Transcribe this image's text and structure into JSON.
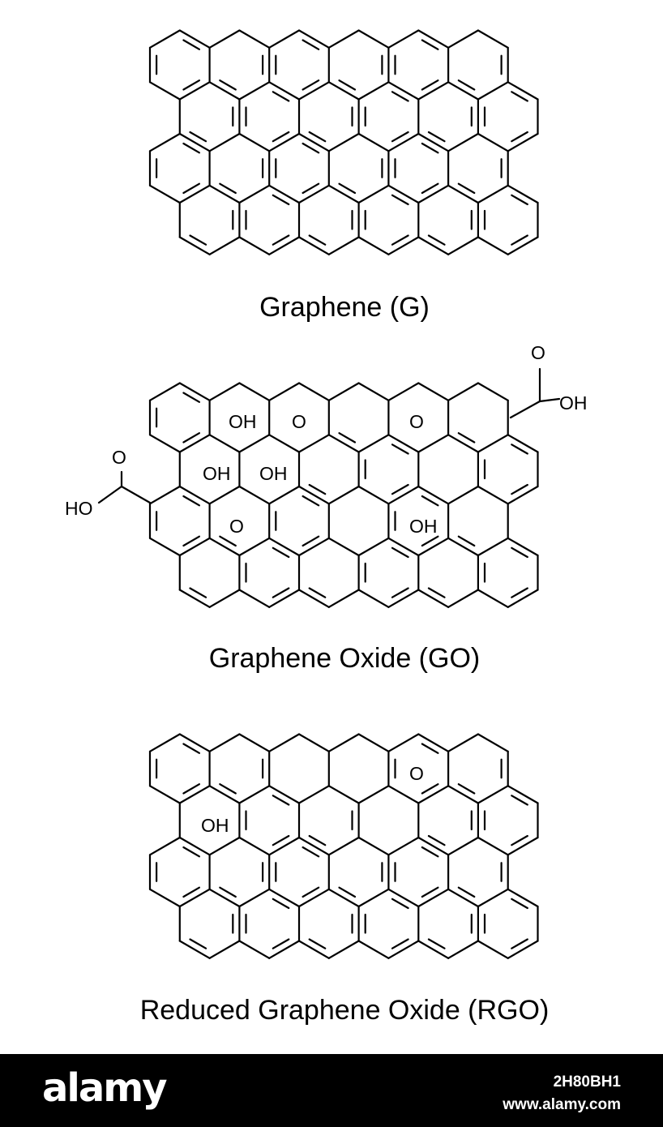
{
  "captions": {
    "graphene": "Graphene (G)",
    "graphene_oxide": "Graphene Oxide (GO)",
    "reduced_graphene_oxide": "Reduced Graphene Oxide (RGO)"
  },
  "atom_labels": {
    "hydroxyl": "OH",
    "hydroxyl_left": "HO",
    "oxygen": "O"
  },
  "footer": {
    "brand": "alamy",
    "image_id": "2H80BH1",
    "site": "www.alamy.com"
  },
  "colors": {
    "background": "#ffffff",
    "ink": "#000000",
    "footer_bg": "#000000",
    "footer_text": "#ffffff"
  }
}
